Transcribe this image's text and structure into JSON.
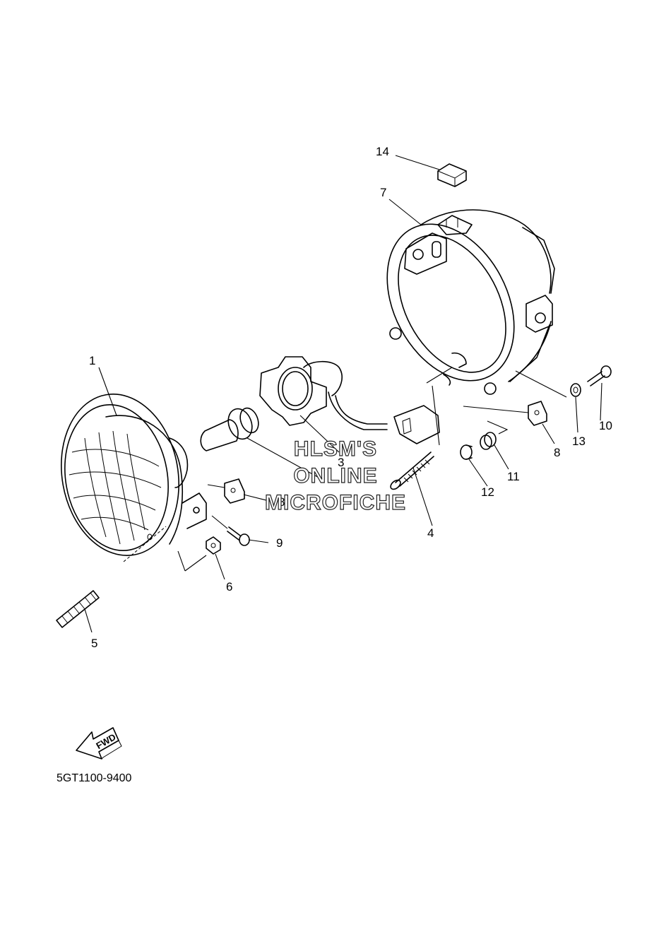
{
  "diagram_code": "5GT1100-9400",
  "watermark": {
    "line1": "HLSM'S",
    "line2": "ONLINE",
    "line3": "MICROFICHE"
  },
  "fwd_label": "FWD",
  "callouts": {
    "c1": "1",
    "c3": "3",
    "c4": "4",
    "c5": "5",
    "c6": "6",
    "c7": "7",
    "c8a": "8",
    "c8b": "8",
    "c9": "9",
    "c10": "10",
    "c11": "11",
    "c12": "12",
    "c13": "13",
    "c14": "14"
  }
}
